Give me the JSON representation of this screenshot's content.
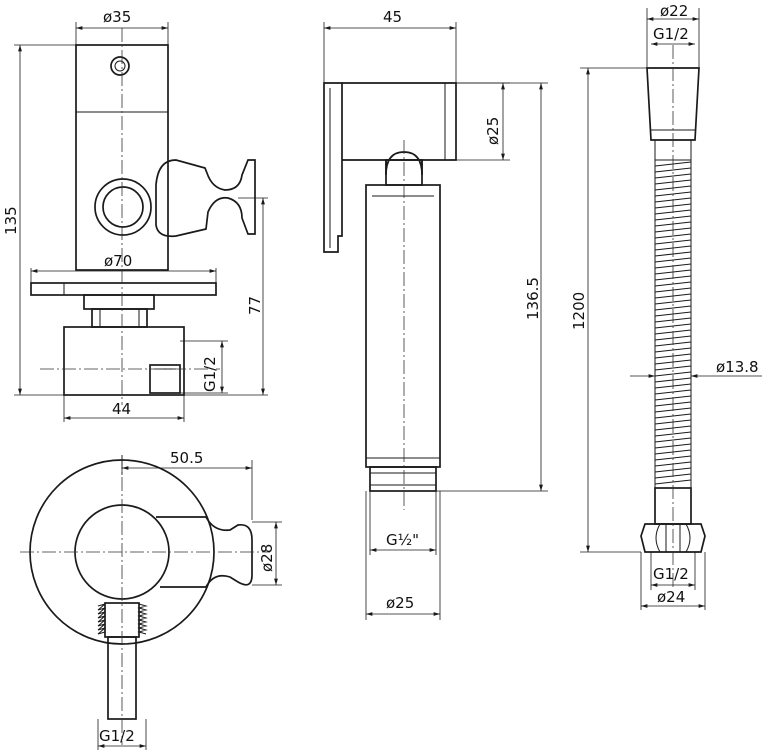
{
  "dimensions": {
    "d35": "ø35",
    "h135": "135",
    "d70": "ø70",
    "h77": "77",
    "g12_valve": "G1/2",
    "w44": "44",
    "w45": "45",
    "d25_head": "ø25",
    "h136_5": "136.5",
    "g12_spray": "G½\"",
    "d25_body": "ø25",
    "d22": "ø22",
    "g12_hose_top": "G1/2",
    "l1200": "1200",
    "d13_8": "ø13.8",
    "g12_hose_bottom": "G1/2",
    "d24": "ø24",
    "w50_5": "50.5",
    "d28": "ø28",
    "g12_bottom_view": "G1/2"
  }
}
